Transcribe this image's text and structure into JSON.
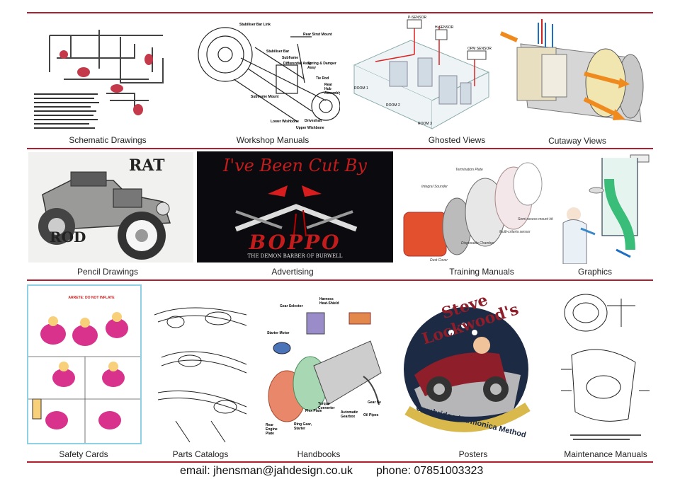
{
  "captions": {
    "schematic": "Schematic Drawings",
    "workshop": "Workshop Manuals",
    "ghosted": "Ghosted Views",
    "cutaway": "Cutaway Views",
    "pencil": "Pencil Drawings",
    "advertising": "Advertising",
    "training": "Training Manuals",
    "graphics": "Graphics",
    "safety": "Safety Cards",
    "parts": "Parts Catalogs",
    "handbooks": "Handbooks",
    "posters": "Posters",
    "maintenance": "Maintenance Manuals"
  },
  "workshop_labels": {
    "stabiliser_link": "Stabiliser Bar Link",
    "rear_strut": "Rear Strut Mount",
    "subframe": "Subframe",
    "stabiliser_bar": "Stabiliser Bar",
    "diff": "Differential Assy",
    "spring": "Spring & Damper Assy",
    "tie_rod": "Tie Rod",
    "hub": "Rear Hub Assembly",
    "subframe_mount": "Subframe Mount",
    "driveshaft": "Driveshaft",
    "lower_wishbone": "Lower Wishbone",
    "upper_wishbone": "Upper Wishbone"
  },
  "ghosted_labels": {
    "p_sensor": "P-SENSOR",
    "h_sensor": "H-SENSOR",
    "opm_sensor": "OPM SENSOR",
    "room1": "ROOM 1",
    "room2": "ROOM 2",
    "room3": "ROOM 3"
  },
  "pencil_labels": {
    "rat": "RAT",
    "rod": "ROD"
  },
  "advert": {
    "headline": "I've Been Cut By",
    "brand": "BOPPO",
    "tagline": "THE DEMON BARBER OF BURWELL"
  },
  "training_labels": {
    "termination": "Termination Plate",
    "sounder": "Integral Sounder",
    "semi_recess": "Semi-recess mount kit",
    "multi": "Multi-criteria sensor",
    "chamber": "Disposable Chamber",
    "dust": "Dust Cover"
  },
  "handbook_labels": {
    "gear_selector": "Gear Selector",
    "harness": "Harness Heat-Shield",
    "starter": "Starter Motor",
    "torque": "Torque Converter",
    "flex": "Flex Plate",
    "auto": "Automatic Gearbox",
    "ring": "Ring Gear, Starter",
    "rear_plate": "Rear Engine Plate",
    "oil": "Oil Pipes",
    "gear_se": "Gear Se"
  },
  "poster": {
    "title": "Steve Lockwood's",
    "subtitle": "Cambridge Harmonica Method"
  },
  "safety_label": "ARRETE: DO NOT INFLATE",
  "footer": {
    "email": "email: jhensman@jahdesign.co.uk",
    "phone": "phone: 07851003323"
  }
}
